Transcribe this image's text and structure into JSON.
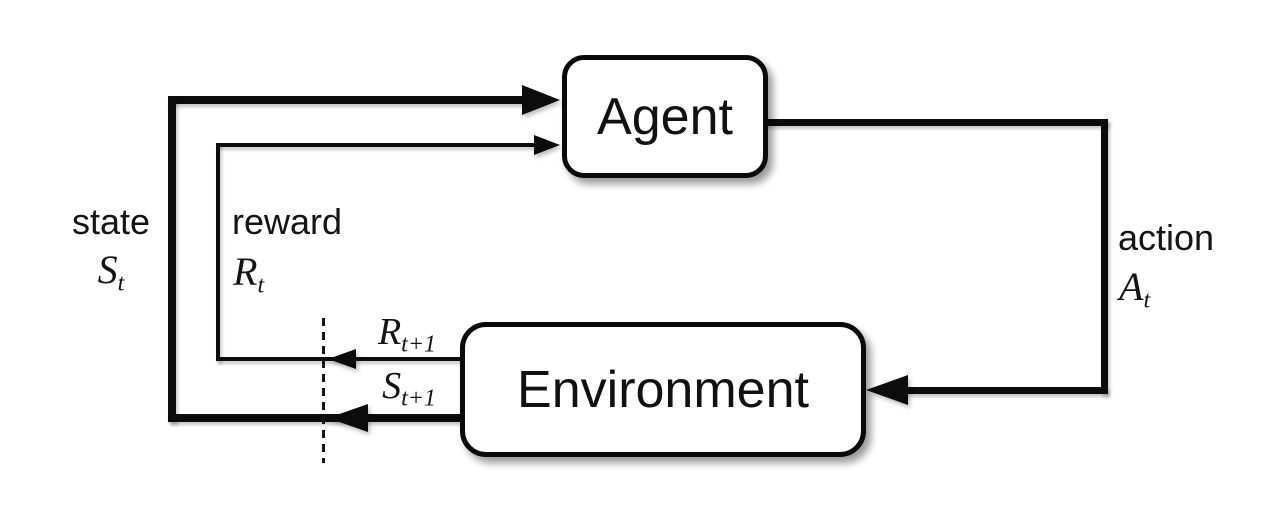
{
  "diagram": {
    "background_color": "#ffffff",
    "line_color": "#0c0c0c",
    "nodes": {
      "agent": {
        "label": "Agent"
      },
      "environment": {
        "label": "Environment"
      }
    },
    "signals": {
      "state": {
        "name": "state",
        "symbol": {
          "base": "S",
          "sub": "t"
        }
      },
      "reward": {
        "name": "reward",
        "symbol": {
          "base": "R",
          "sub": "t"
        }
      },
      "action": {
        "name": "action",
        "symbol": {
          "base": "A",
          "sub": "t"
        }
      },
      "next_reward": {
        "symbol": {
          "base": "R",
          "sub": "t+1"
        }
      },
      "next_state": {
        "symbol": {
          "base": "S",
          "sub": "t+1"
        }
      }
    }
  }
}
